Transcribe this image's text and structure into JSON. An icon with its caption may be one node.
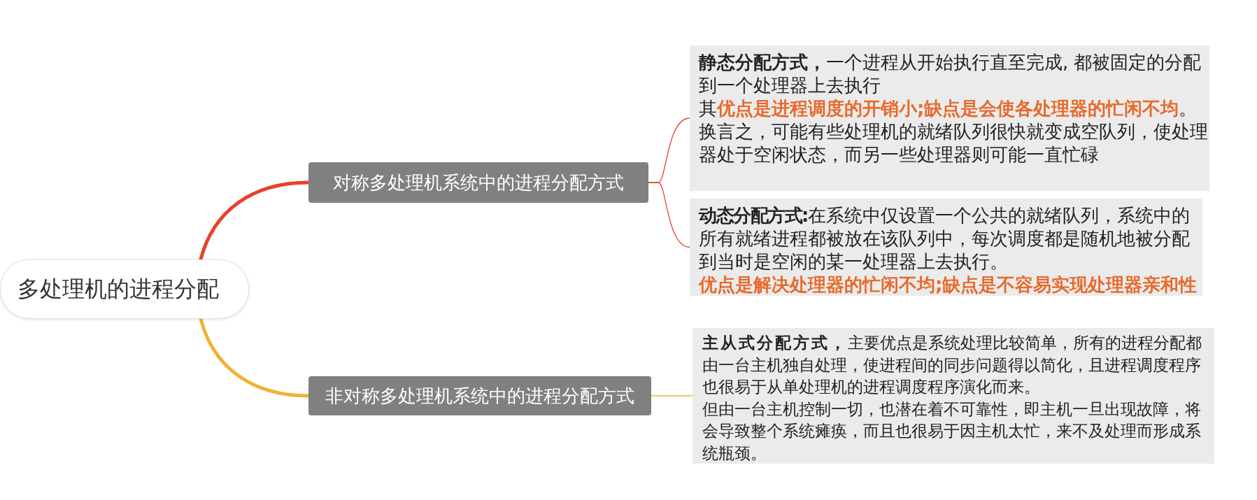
{
  "diagram": {
    "nodes": [
      {
        "text": [
          "多处理机的进程分配"
        ]
      },
      {
        "text": [
          "对称多处理机系统中的进程分配方式"
        ]
      },
      {
        "text": [
          "**静态分配方式，**一个进程从开始执行直至完成, 都被固定的分配到一个处理器上去执行",
          "其**优点是进程调度的开销小;缺点是会使各处理器的忙闲不均**。",
          "换言之，可能有些处理机的就绪队列很快就变成空队列，使处理器处于空闲状态，而另一些处理器则可能一直忙碌"
        ]
      },
      {
        "text": [
          "**动态分配方式:**在系统中仅设置一个公共的就绪队列，系统中的所有就绪进程都被放在该队列中，每次调度都是随机地被分配到当时是空闲的某一处理器上去执行。",
          "优点是解决处理器的忙闲不均;缺点是不容易实现处理器亲和性"
        ]
      },
      {
        "text": [
          "非对称多处理机系统中的进程分配方式"
        ]
      },
      {
        "text": [
          "**主从式分配方式，**主要优点是系统处理比较简单，所有的进程分配都由一台主机独自处理，使进程间的同步问题得以简化，且进程调度程序也很易于从单处理机的进程调度程序演化而来。",
          "但由一台主机控制一切，也潜在着不可靠性，即主机一旦出现故障，将会导致整个系统瘫痪，而且也很易于因主机太忙，来不及处理而形成系统瓶颈。"
        ]
      }
    ],
    "edges": [
      {
        "from": 0,
        "to": 1,
        "arrow": "none",
        "style": "thick",
        "color": "#e8412c"
      },
      {
        "from": 0,
        "to": 4,
        "arrow": "none",
        "style": "thick",
        "color": "#f0b232"
      },
      {
        "from": 1,
        "to": 2,
        "arrow": "none",
        "color": "#e8412c"
      },
      {
        "from": 1,
        "to": 3,
        "arrow": "none",
        "color": "#e8412c"
      },
      {
        "from": 4,
        "to": 5,
        "arrow": "none",
        "color": "#f0b232"
      }
    ]
  }
}
